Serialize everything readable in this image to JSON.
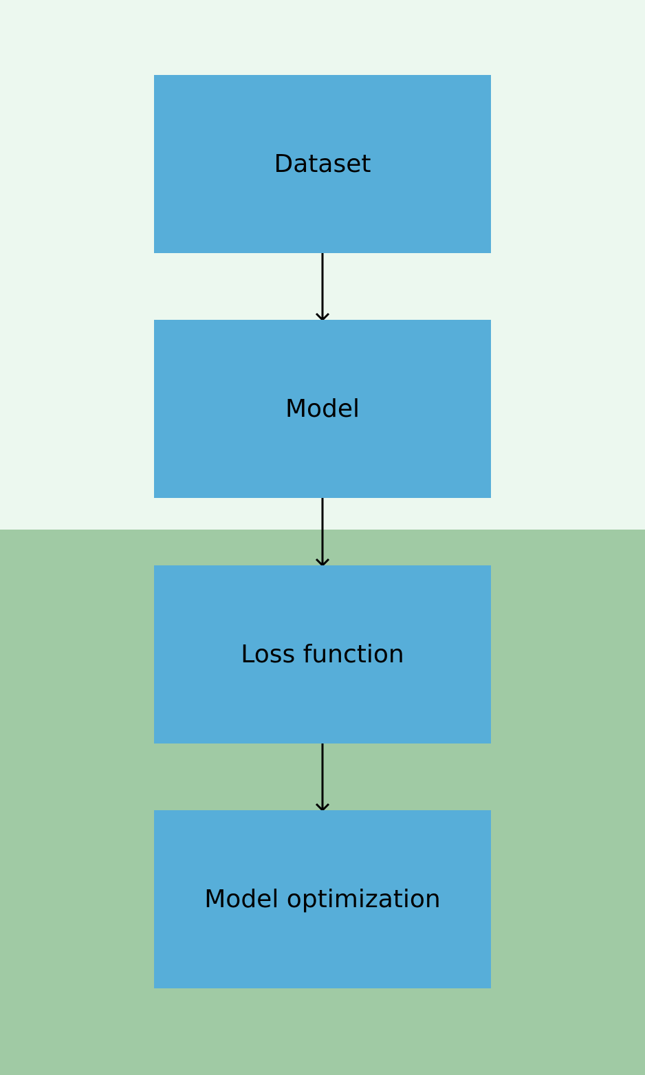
{
  "diagram": {
    "colors": {
      "upper_background": "#ecf8ef",
      "lower_background": "#a0caa4",
      "node_fill": "#57aed9",
      "text": "#000000",
      "arrow": "#000000"
    },
    "nodes": [
      {
        "label": "Dataset"
      },
      {
        "label": "Model"
      },
      {
        "label": "Loss function"
      },
      {
        "label": "Model optimization"
      }
    ],
    "edges": [
      {
        "from": "Dataset",
        "to": "Model"
      },
      {
        "from": "Model",
        "to": "Loss function"
      },
      {
        "from": "Loss function",
        "to": "Model optimization"
      }
    ]
  }
}
